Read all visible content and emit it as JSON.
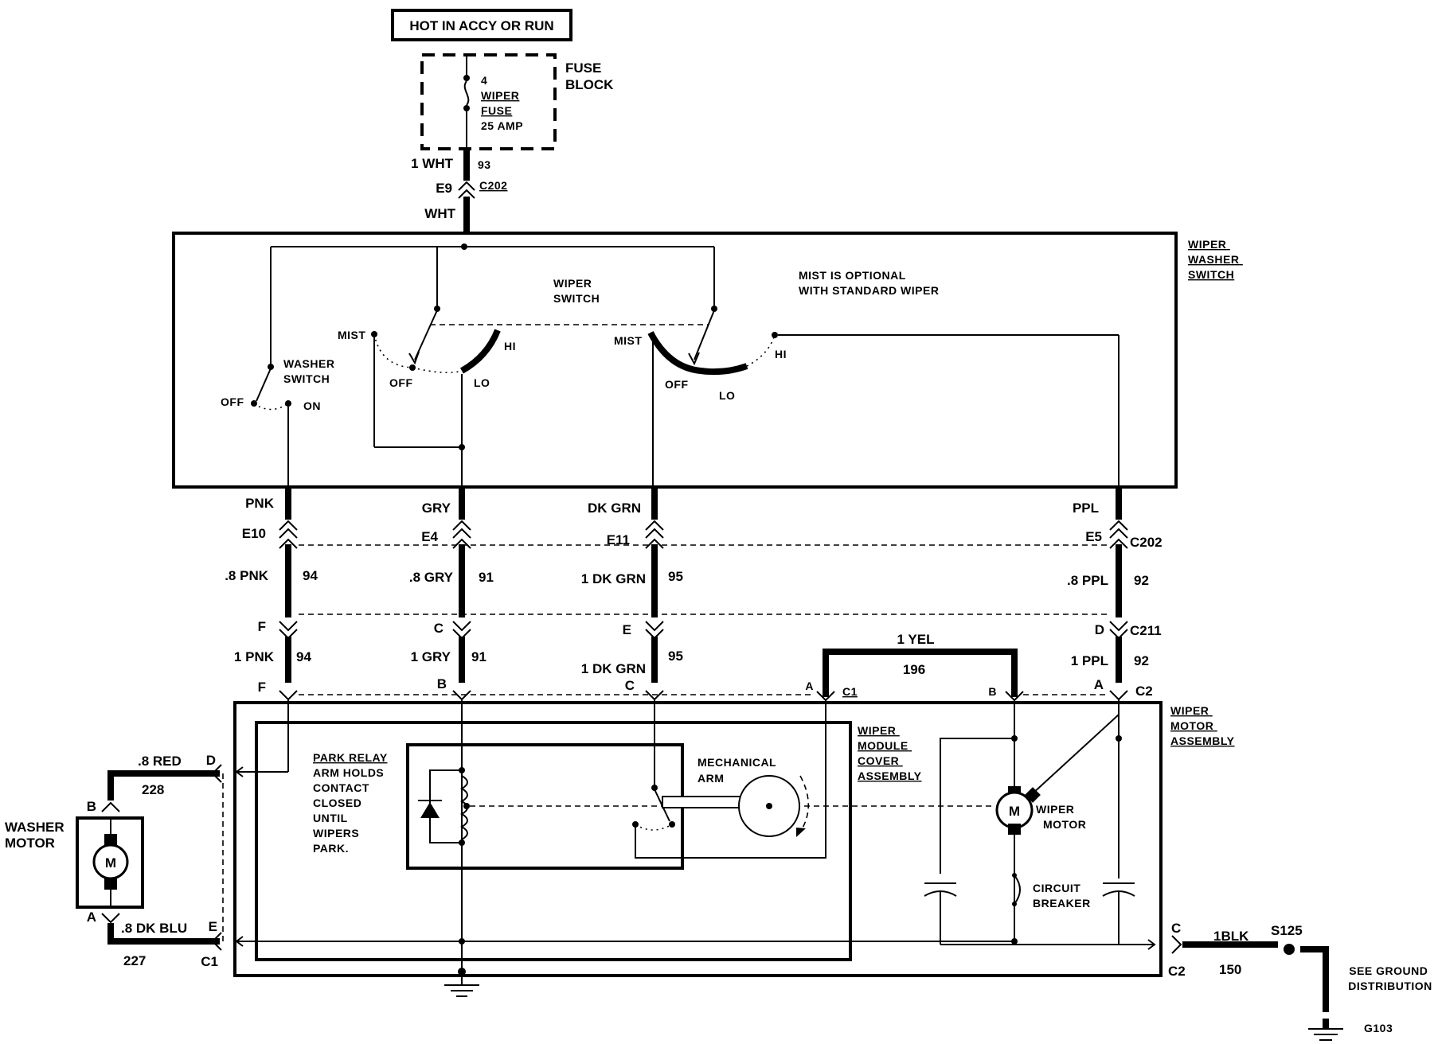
{
  "power": {
    "source": "HOT IN ACCY OR RUN"
  },
  "fuse_block": {
    "label": [
      "FUSE",
      "BLOCK"
    ],
    "fuse": [
      "4",
      "WIPER",
      "FUSE",
      "25 AMP"
    ]
  },
  "feed": {
    "wire": "1 WHT",
    "circuit": "93",
    "pin": "E9",
    "connector": "C202",
    "color": "WHT"
  },
  "switch_assembly": {
    "label": [
      "WIPER",
      "WASHER",
      "SWITCH"
    ],
    "wiper_switch": [
      "WIPER",
      "SWITCH"
    ],
    "mist_note": [
      "MIST IS OPTIONAL",
      "WITH STANDARD WIPER"
    ],
    "washer_switch": [
      "WASHER",
      "SWITCH"
    ],
    "positions": {
      "mist": "MIST",
      "hi": "HI",
      "lo": "LO",
      "off": "OFF",
      "on": "ON"
    }
  },
  "wires": [
    {
      "color": "PNK",
      "c202_pin": "E10",
      "c202_wire": ".8 PNK",
      "c202_circuit": "94",
      "c211_pin": "F",
      "c211_wire": "1 PNK",
      "c211_circuit": "94",
      "c1_pin": "F"
    },
    {
      "color": "GRY",
      "c202_pin": "E4",
      "c202_wire": ".8 GRY",
      "c202_circuit": "91",
      "c211_pin": "C",
      "c211_wire": "1 GRY",
      "c211_circuit": "91",
      "c1_pin": "B"
    },
    {
      "color": "DK GRN",
      "c202_pin": "E11",
      "c202_wire": "1 DK GRN",
      "c202_circuit": "95",
      "c211_pin": "E",
      "c211_wire": "1 DK GRN",
      "c211_circuit": "95",
      "c1_pin": "C"
    },
    {
      "color": "PPL",
      "c202_pin": "E5",
      "c202_wire": ".8 PPL",
      "c202_circuit": "92",
      "c211_pin": "D",
      "c211_wire": "1 PPL",
      "c211_circuit": "92",
      "c2_pin": "A"
    }
  ],
  "connectors": {
    "c202": "C202",
    "c211": "C211",
    "c1": "C1",
    "c2": "C2"
  },
  "jumper": {
    "wire": "1 YEL",
    "circuit": "196",
    "pin_a": "A",
    "pin_b": "B"
  },
  "motor_assembly": {
    "label": [
      "WIPER",
      "MOTOR",
      "ASSEMBLY"
    ],
    "cover": [
      "WIPER",
      "MODULE",
      "COVER",
      "ASSEMBLY"
    ],
    "park_note": [
      "PARK RELAY",
      "ARM HOLDS",
      "CONTACT",
      "CLOSED",
      "UNTIL",
      "WIPERS",
      "PARK."
    ],
    "mech_arm": [
      "MECHANICAL",
      "ARM"
    ],
    "wiper_motor": [
      "WIPER",
      "MOTOR"
    ],
    "breaker": [
      "CIRCUIT",
      "BREAKER"
    ],
    "motor_symbol": "M"
  },
  "washer_motor": {
    "label": [
      "WASHER",
      "MOTOR"
    ],
    "symbol": "M",
    "feed": {
      "pin_motor": "B",
      "wire": ".8 RED",
      "circuit": "228",
      "pin_conn": "D"
    },
    "return": {
      "pin_motor": "A",
      "wire": ".8 DK BLU",
      "circuit": "227",
      "pin_conn": "E",
      "connector": "C1"
    }
  },
  "ground": {
    "pin": "C",
    "connector": "C2",
    "wire": "1BLK",
    "circuit": "150",
    "splice": "S125",
    "note": [
      "SEE GROUND",
      "DISTRIBUTION"
    ],
    "point": "G103"
  }
}
